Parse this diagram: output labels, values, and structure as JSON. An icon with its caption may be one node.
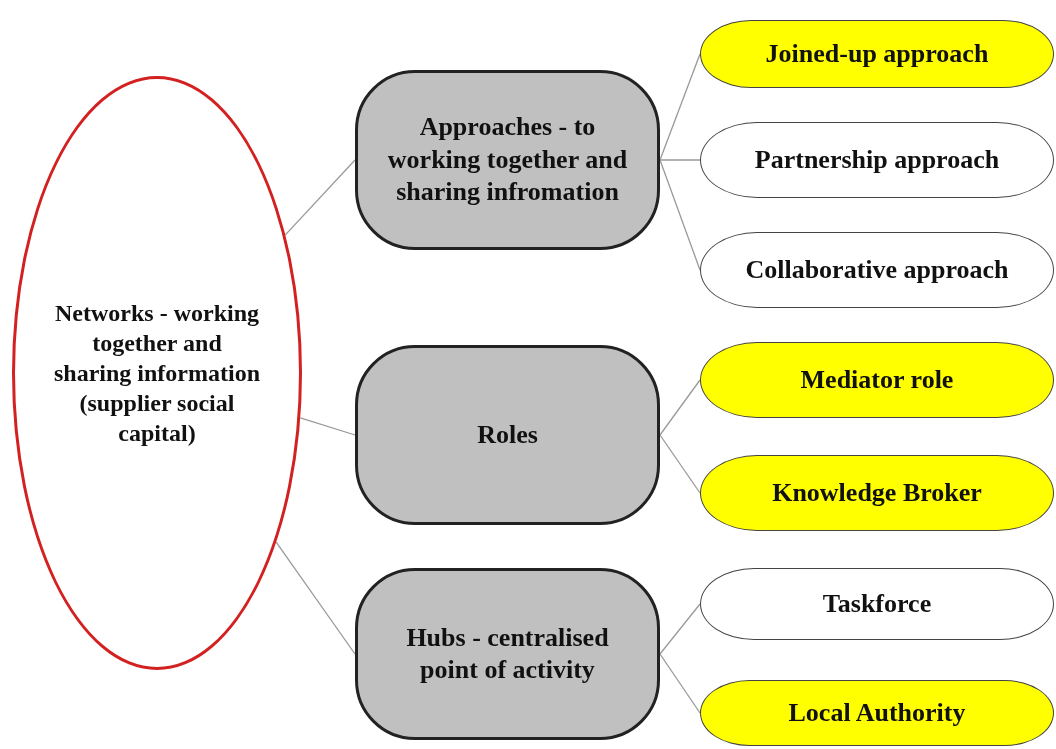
{
  "diagram": {
    "nodes": [
      {
        "text": [
          "Networks - working together and sharing information (supplier social capital)"
        ]
      },
      {
        "text": [
          "Approaches - to working together and sharing infromation"
        ]
      },
      {
        "text": [
          "Joined-up approach"
        ]
      },
      {
        "text": [
          "Partnership approach"
        ]
      },
      {
        "text": [
          "Collaborative approach"
        ]
      },
      {
        "text": [
          "Roles"
        ]
      },
      {
        "text": [
          "Mediator role"
        ]
      },
      {
        "text": [
          "Knowledge Broker"
        ]
      },
      {
        "text": [
          "Hubs - centralised point of activity"
        ]
      },
      {
        "text": [
          "Taskforce"
        ]
      },
      {
        "text": [
          "Local Authority"
        ]
      }
    ],
    "edges": [
      {
        "from": 0,
        "to": 1,
        "arrow": "none"
      },
      {
        "from": 0,
        "to": 5,
        "arrow": "none"
      },
      {
        "from": 0,
        "to": 8,
        "arrow": "none"
      },
      {
        "from": 1,
        "to": 2,
        "arrow": "none"
      },
      {
        "from": 1,
        "to": 3,
        "arrow": "none"
      },
      {
        "from": 1,
        "to": 4,
        "arrow": "none"
      },
      {
        "from": 5,
        "to": 6,
        "arrow": "none"
      },
      {
        "from": 5,
        "to": 7,
        "arrow": "none"
      },
      {
        "from": 8,
        "to": 9,
        "arrow": "none"
      },
      {
        "from": 8,
        "to": 10,
        "arrow": "none"
      }
    ]
  }
}
